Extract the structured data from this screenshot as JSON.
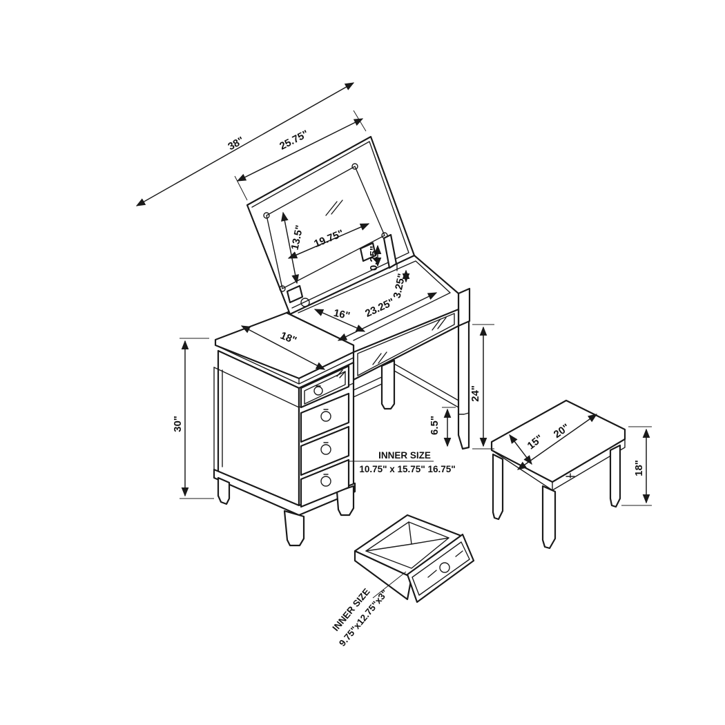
{
  "dimensions": {
    "overall_width": "38\"",
    "top_width": "25.75\"",
    "mirror_height": "13.5\"",
    "mirror_width": "19.75\"",
    "gap_top": "0.25\"",
    "tray_depth": "3.25\"",
    "tray_length": "23.25\"",
    "tray_depth_front": "16\"",
    "cabinet_depth": "18\"",
    "overall_height": "30\"",
    "knee_height": "24\"",
    "rail_height": "6.5\"",
    "stool_depth": "15\"",
    "stool_width": "20\"",
    "stool_height": "18\""
  },
  "notes": {
    "cabinet_inner_label": "INNER SIZE",
    "cabinet_inner_value": "10.75\" x 15.75\" 16.75\"",
    "drawer_inner_label": "INNER SIZE",
    "drawer_inner_value": "9.75\"x12.75\"x3\""
  }
}
